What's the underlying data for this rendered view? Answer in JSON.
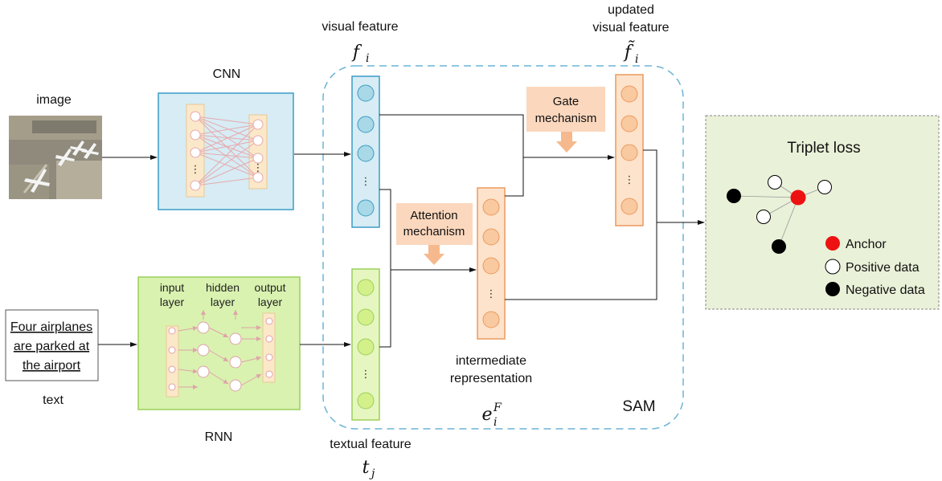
{
  "labels": {
    "image": "image",
    "text": "text",
    "cnn": "CNN",
    "rnn": "RNN",
    "visual_feature": "visual feature",
    "updated_line1": "updated",
    "updated_line2": "visual feature",
    "textual_feature": "textual feature",
    "intermediate_line1": "intermediate",
    "intermediate_line2": "representation",
    "sam": "SAM",
    "attention_line1": "Attention",
    "attention_line2": "mechanism",
    "gate_line1": "Gate",
    "gate_line2": "mechanism",
    "triplet_title": "Triplet loss",
    "legend_anchor": "Anchor",
    "legend_positive": "Positive data",
    "legend_negative": "Negative data",
    "text_line1": "Four airplanes",
    "text_line2": "are parked at",
    "text_line3": "the airport",
    "rnn_input": "input",
    "rnn_input2": "layer",
    "rnn_hidden": "hidden",
    "rnn_hidden2": "layer",
    "rnn_output": "output",
    "rnn_output2": "layer",
    "dots": "⋮"
  },
  "math": {
    "f_i": "f",
    "f_i_sub": "i",
    "f_tilde": "f̃",
    "f_tilde_sub": "i",
    "t_j": "t",
    "t_j_sub": "j",
    "e": "e",
    "e_sub": "i",
    "e_sup": "F"
  },
  "colors": {
    "cnn_fill": "#d7ecf4",
    "cnn_stroke": "#3b9cc7",
    "rnn_fill": "#d9f2b0",
    "rnn_stroke": "#9bcf5a",
    "visual_node": "#a9d8e6",
    "text_node": "#d3f08a",
    "orange_node": "#f9c9a0",
    "orange_stroke": "#ec9a5e",
    "mech_fill": "#fbd7bd",
    "sam_dash": "#6cb4d6",
    "triplet_fill": "#e9f1d8",
    "anchor": "#ee1111"
  }
}
